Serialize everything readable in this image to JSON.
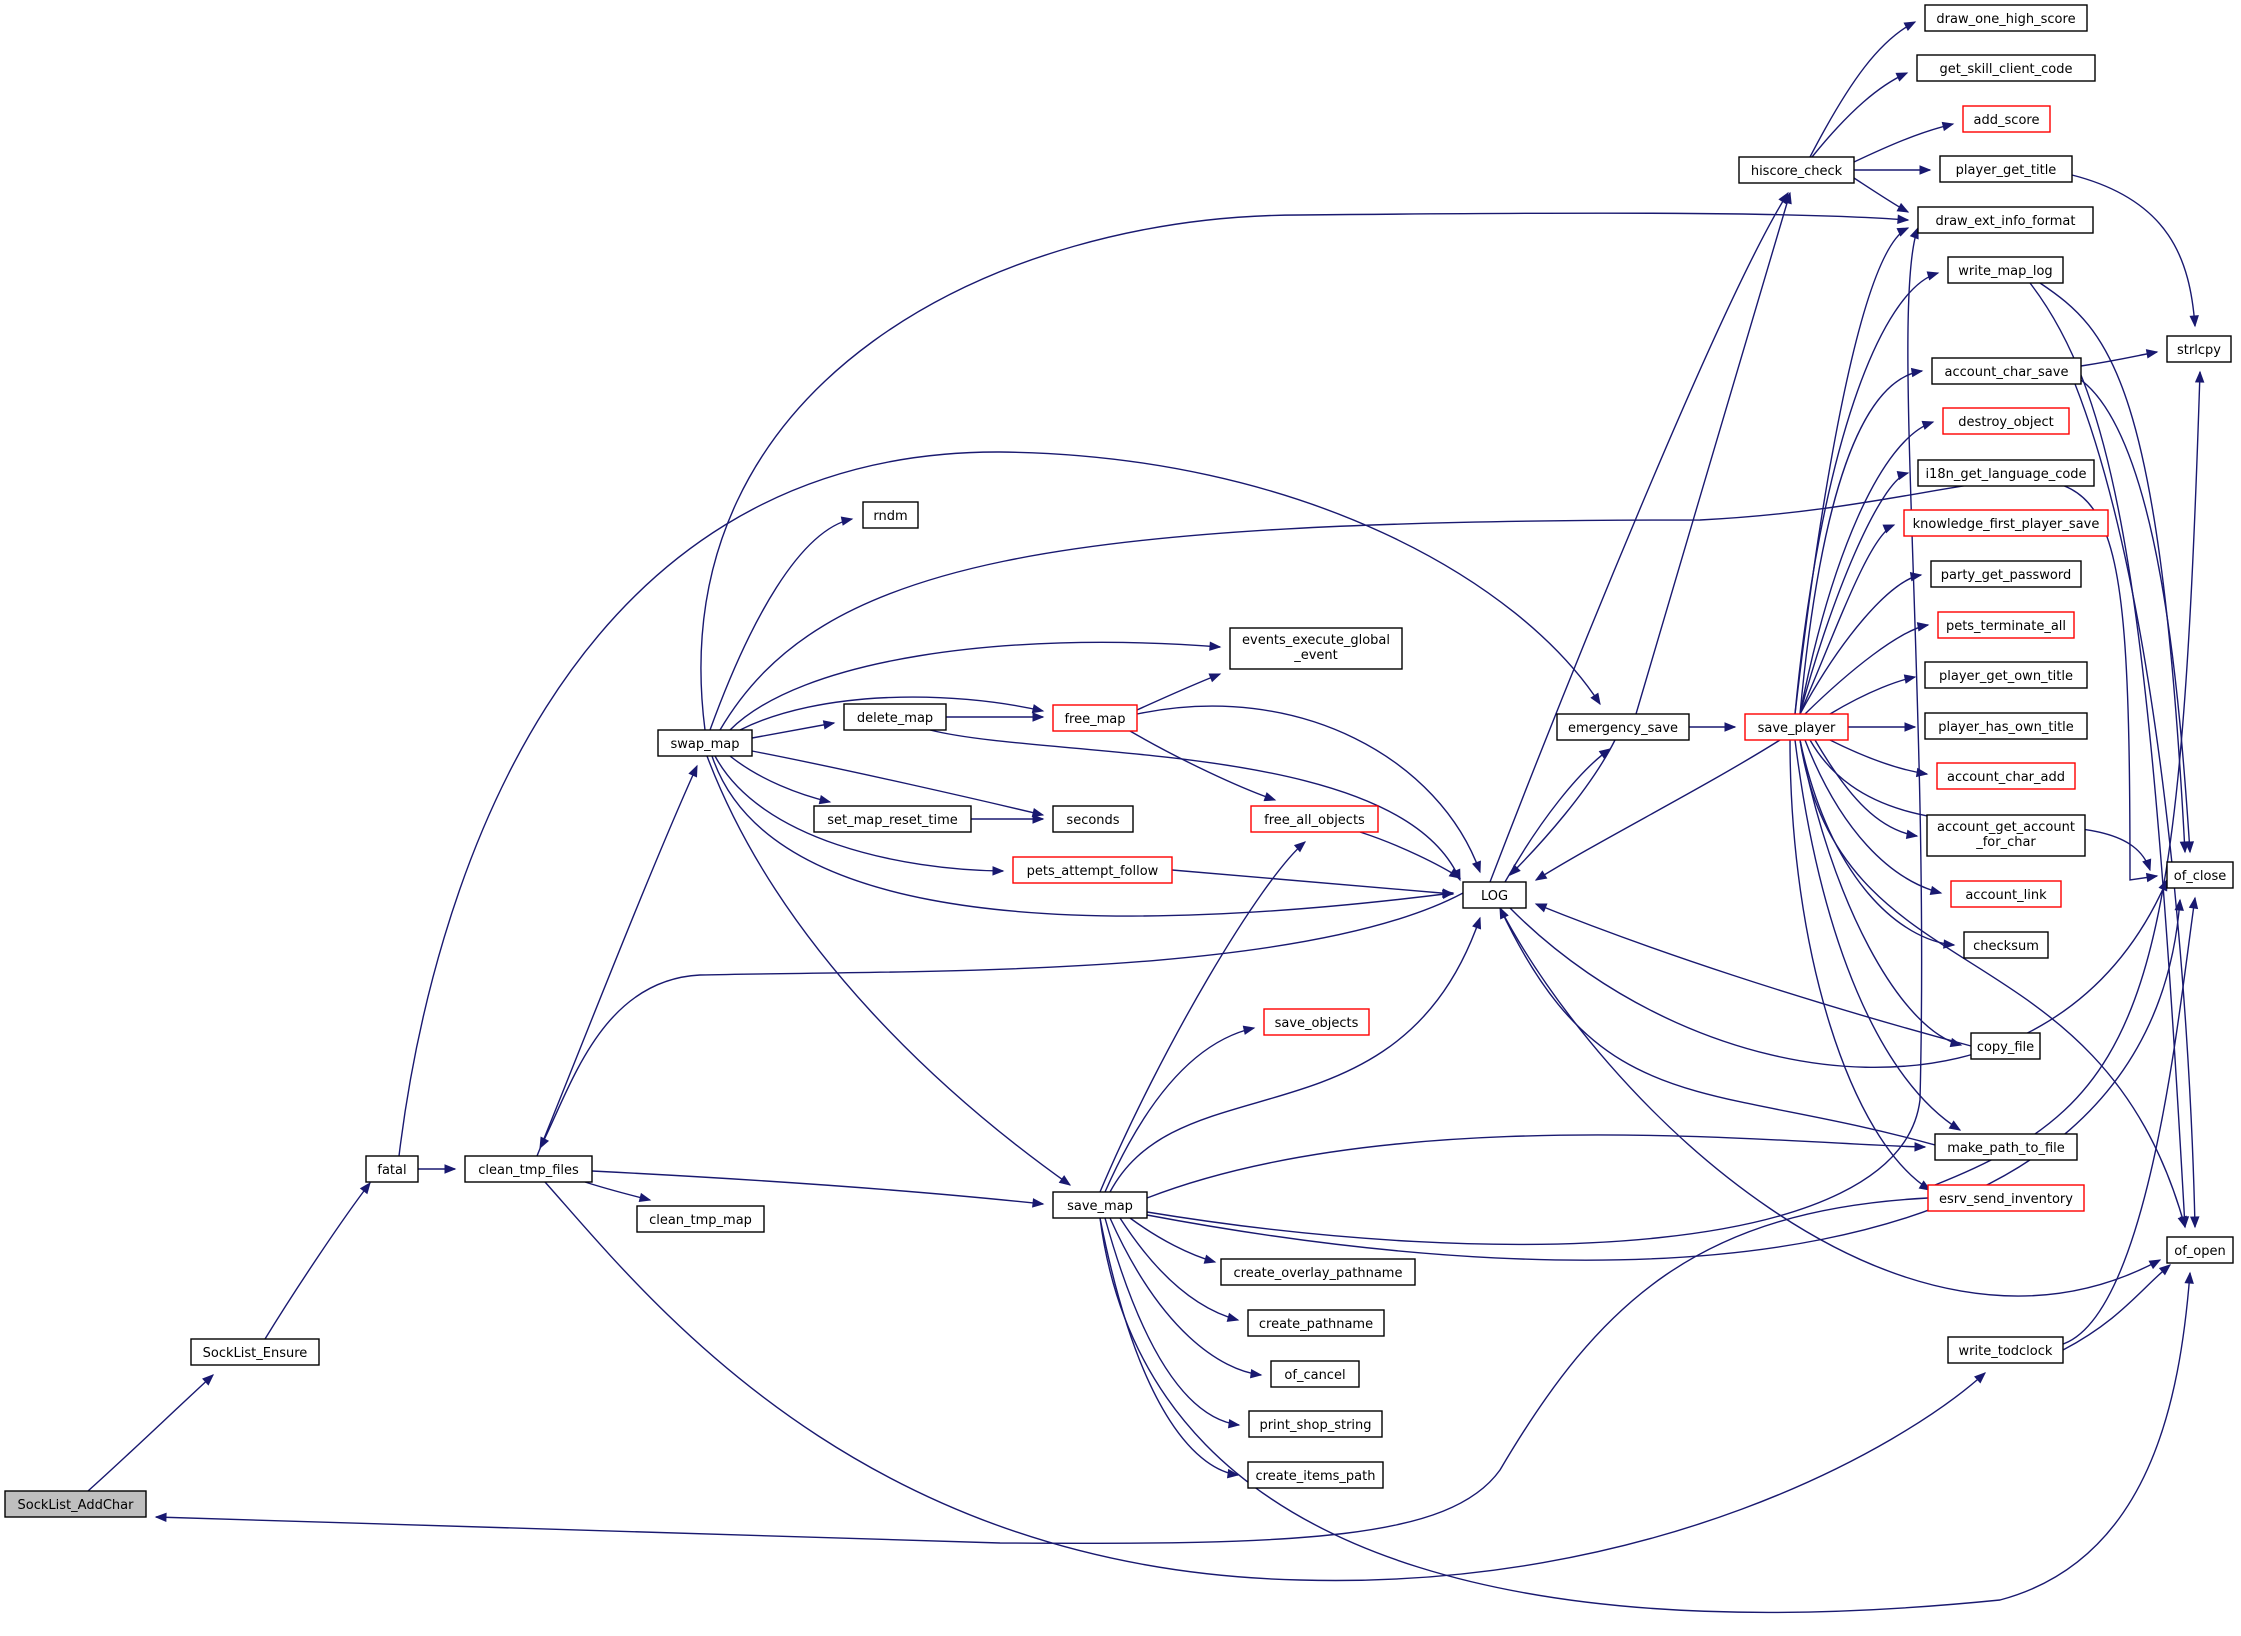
{
  "diagram": {
    "nodes": [
      {
        "id": "sock_addchar",
        "label": [
          "SockList_AddChar"
        ],
        "style": "root"
      },
      {
        "id": "sock_ensure",
        "label": [
          "SockList_Ensure"
        ],
        "style": "normal"
      },
      {
        "id": "fatal",
        "label": [
          "fatal"
        ],
        "style": "normal"
      },
      {
        "id": "clean_tmp_files",
        "label": [
          "clean_tmp_files"
        ],
        "style": "normal"
      },
      {
        "id": "clean_tmp_map",
        "label": [
          "clean_tmp_map"
        ],
        "style": "normal"
      },
      {
        "id": "swap_map",
        "label": [
          "swap_map"
        ],
        "style": "normal"
      },
      {
        "id": "rndm",
        "label": [
          "rndm"
        ],
        "style": "normal"
      },
      {
        "id": "delete_map",
        "label": [
          "delete_map"
        ],
        "style": "normal"
      },
      {
        "id": "set_map_reset_time",
        "label": [
          "set_map_reset_time"
        ],
        "style": "normal"
      },
      {
        "id": "pets_attempt_follow",
        "label": [
          "pets_attempt_follow"
        ],
        "style": "truncated"
      },
      {
        "id": "free_map",
        "label": [
          "free_map"
        ],
        "style": "truncated"
      },
      {
        "id": "seconds",
        "label": [
          "seconds"
        ],
        "style": "normal"
      },
      {
        "id": "events_exec",
        "label": [
          "events_execute_global",
          "_event"
        ],
        "style": "normal"
      },
      {
        "id": "free_all_objects",
        "label": [
          "free_all_objects"
        ],
        "style": "truncated"
      },
      {
        "id": "save_map",
        "label": [
          "save_map"
        ],
        "style": "normal"
      },
      {
        "id": "save_objects",
        "label": [
          "save_objects"
        ],
        "style": "truncated"
      },
      {
        "id": "create_overlay",
        "label": [
          "create_overlay_pathname"
        ],
        "style": "normal"
      },
      {
        "id": "create_pathname",
        "label": [
          "create_pathname"
        ],
        "style": "normal"
      },
      {
        "id": "of_cancel",
        "label": [
          "of_cancel"
        ],
        "style": "normal"
      },
      {
        "id": "print_shop",
        "label": [
          "print_shop_string"
        ],
        "style": "normal"
      },
      {
        "id": "create_items",
        "label": [
          "create_items_path"
        ],
        "style": "normal"
      },
      {
        "id": "log",
        "label": [
          "LOG"
        ],
        "style": "normal"
      },
      {
        "id": "emergency_save",
        "label": [
          "emergency_save"
        ],
        "style": "normal"
      },
      {
        "id": "save_player",
        "label": [
          "save_player"
        ],
        "style": "truncated"
      },
      {
        "id": "hiscore_check",
        "label": [
          "hiscore_check"
        ],
        "style": "normal"
      },
      {
        "id": "draw_one_high",
        "label": [
          "draw_one_high_score"
        ],
        "style": "normal"
      },
      {
        "id": "get_skill",
        "label": [
          "get_skill_client_code"
        ],
        "style": "normal"
      },
      {
        "id": "add_score",
        "label": [
          "add_score"
        ],
        "style": "truncated"
      },
      {
        "id": "player_get_title",
        "label": [
          "player_get_title"
        ],
        "style": "normal"
      },
      {
        "id": "draw_ext",
        "label": [
          "draw_ext_info_format"
        ],
        "style": "normal"
      },
      {
        "id": "write_map_log",
        "label": [
          "write_map_log"
        ],
        "style": "normal"
      },
      {
        "id": "account_char_save",
        "label": [
          "account_char_save"
        ],
        "style": "normal"
      },
      {
        "id": "destroy_object",
        "label": [
          "destroy_object"
        ],
        "style": "truncated"
      },
      {
        "id": "i18n",
        "label": [
          "i18n_get_language_code"
        ],
        "style": "normal"
      },
      {
        "id": "knowledge",
        "label": [
          "knowledge_first_player_save"
        ],
        "style": "truncated"
      },
      {
        "id": "party_pw",
        "label": [
          "party_get_password"
        ],
        "style": "normal"
      },
      {
        "id": "pets_term",
        "label": [
          "pets_terminate_all"
        ],
        "style": "truncated"
      },
      {
        "id": "get_own_title",
        "label": [
          "player_get_own_title"
        ],
        "style": "normal"
      },
      {
        "id": "has_own_title",
        "label": [
          "player_has_own_title"
        ],
        "style": "normal"
      },
      {
        "id": "account_char_add",
        "label": [
          "account_char_add"
        ],
        "style": "truncated"
      },
      {
        "id": "account_get",
        "label": [
          "account_get_account",
          "_for_char"
        ],
        "style": "normal"
      },
      {
        "id": "account_link",
        "label": [
          "account_link"
        ],
        "style": "truncated"
      },
      {
        "id": "checksum",
        "label": [
          "checksum"
        ],
        "style": "normal"
      },
      {
        "id": "copy_file",
        "label": [
          "copy_file"
        ],
        "style": "normal"
      },
      {
        "id": "make_path",
        "label": [
          "make_path_to_file"
        ],
        "style": "normal"
      },
      {
        "id": "esrv",
        "label": [
          "esrv_send_inventory"
        ],
        "style": "truncated"
      },
      {
        "id": "write_todclock",
        "label": [
          "write_todclock"
        ],
        "style": "normal"
      },
      {
        "id": "strlcpy",
        "label": [
          "strlcpy"
        ],
        "style": "normal"
      },
      {
        "id": "of_close",
        "label": [
          "of_close"
        ],
        "style": "normal"
      },
      {
        "id": "of_open",
        "label": [
          "of_open"
        ],
        "style": "normal"
      }
    ]
  },
  "colors": {
    "edge": "#191970",
    "border_normal": "#000000",
    "border_truncated": "#ff0000",
    "root_fill": "#bfbfbf",
    "node_fill": "#ffffff"
  }
}
